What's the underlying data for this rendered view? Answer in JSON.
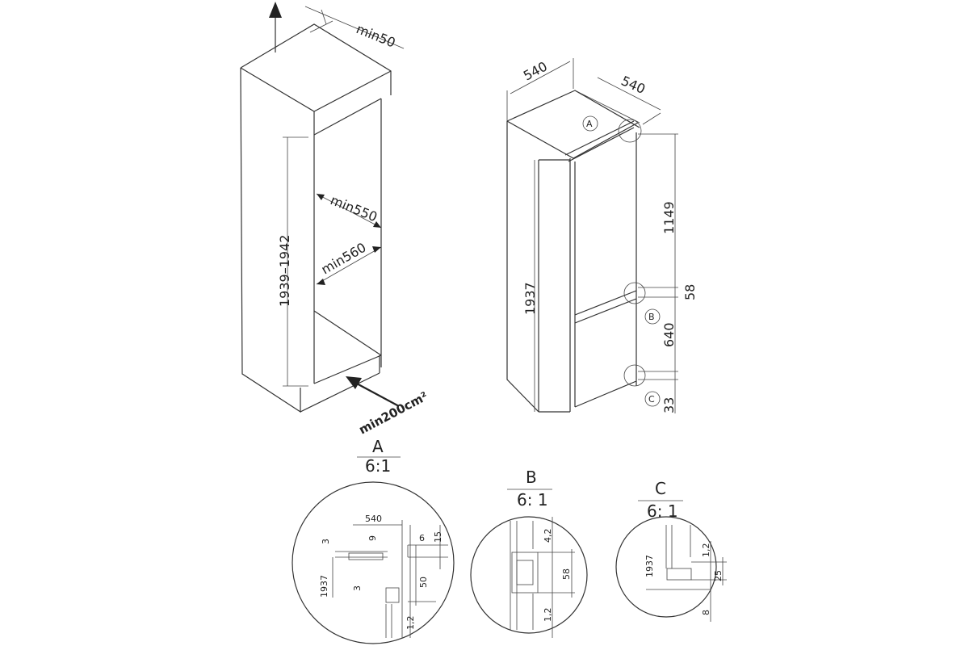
{
  "niche": {
    "top_gap": "min50",
    "height": "1939–1942",
    "depth": "min550",
    "width": "min560",
    "vent": "min200cm²"
  },
  "appliance": {
    "width": "540",
    "depth": "540",
    "height": "1937",
    "upper_section": "1149",
    "middle_gap": "58",
    "lower_section": "640",
    "bottom": "33",
    "callout_a": "A",
    "callout_b": "B",
    "callout_c": "C"
  },
  "detail_a": {
    "title": "A",
    "scale": "6:1",
    "width": "540",
    "d9": "9",
    "d6": "6",
    "d15": "15",
    "d3_top": "3",
    "height": "1937",
    "d3_low": "3",
    "d50": "50",
    "d12": "1,2"
  },
  "detail_b": {
    "title": "B",
    "scale": "6: 1",
    "d42": "4,2",
    "d58": "58",
    "d12": "1,2"
  },
  "detail_c": {
    "title": "C",
    "scale": "6: 1",
    "height": "1937",
    "d12": "1,2",
    "d25": "25",
    "d8": "8"
  }
}
